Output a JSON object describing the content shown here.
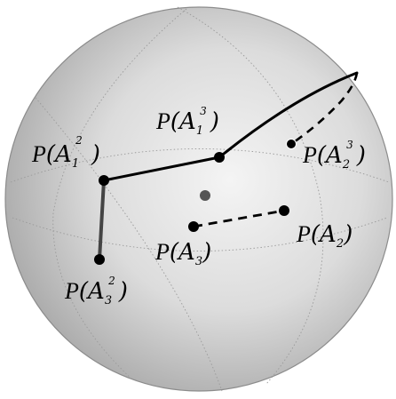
{
  "diagram": {
    "points": [
      {
        "id": "A1_2",
        "label_parts": {
          "p": "P",
          "open": "(",
          "base": "A",
          "sub": "1",
          "sup": "2",
          "close": ")"
        }
      },
      {
        "id": "A1_3",
        "label_parts": {
          "p": "P",
          "open": "(",
          "base": "A",
          "sub": "1",
          "sup": "3",
          "close": ")"
        }
      },
      {
        "id": "A2_3",
        "label_parts": {
          "p": "P",
          "open": "(",
          "base": "A",
          "sub": "2",
          "sup": "3",
          "close": ")"
        }
      },
      {
        "id": "A3",
        "label_parts": {
          "p": "P",
          "open": "(",
          "base": "A",
          "sub": "3",
          "sup": "",
          "close": ")"
        }
      },
      {
        "id": "A2",
        "label_parts": {
          "p": "P",
          "open": "(",
          "base": "A",
          "sub": "2",
          "sup": "",
          "close": ")"
        }
      },
      {
        "id": "A3_2",
        "label_parts": {
          "p": "P",
          "open": "(",
          "base": "A",
          "sub": "3",
          "sup": "2",
          "close": ")"
        }
      }
    ],
    "colors": {
      "sphere_light": "#f2f2f2",
      "sphere_dark": "#a9a9a9",
      "sphere_edge": "#8a8a8a",
      "gridline": "#9a9a9a",
      "path": "#000000",
      "center_dot": "#555555"
    }
  }
}
